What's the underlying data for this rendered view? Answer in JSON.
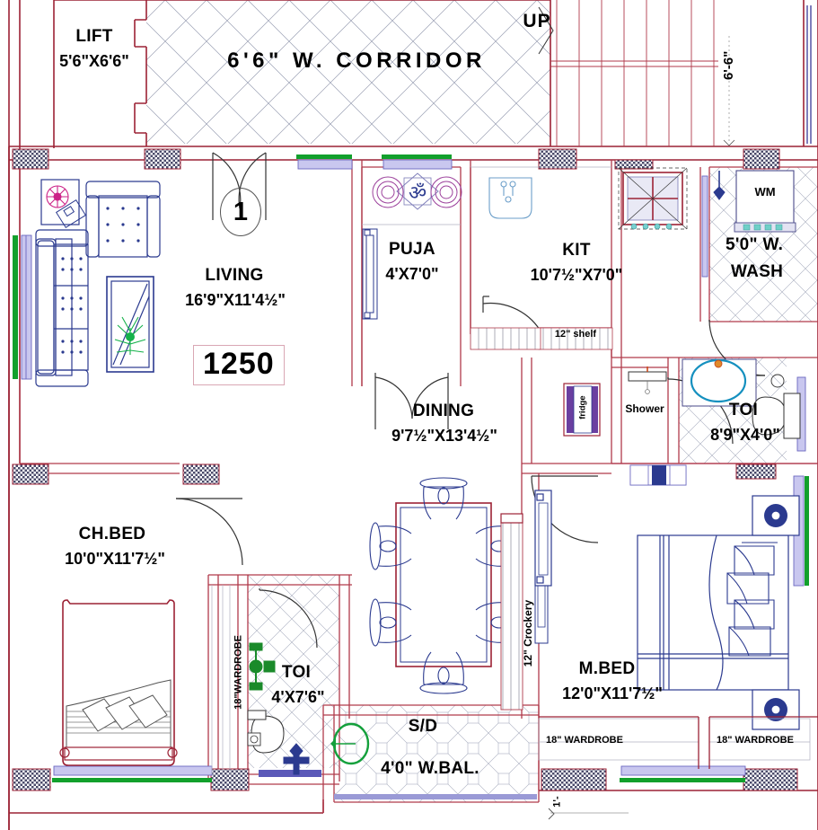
{
  "plan": {
    "title": "Residential Floor Plan",
    "area_badge": "1250",
    "unit_system": "feet-inches"
  },
  "colors": {
    "wall": "#9c2235",
    "wall_thin": "#b03a4b",
    "furniture": "#2b3a8f",
    "text": "#000000",
    "hatch": "#8a8a99",
    "window_green": "#12a02c",
    "window_purple": "#8d8ad6",
    "tile": "#9aa0b4",
    "badge_border": "#d9a7b4",
    "magenta": "#cc2288",
    "teal": "#1590bf"
  },
  "rooms": [
    {
      "key": "lift",
      "name": "LIFT",
      "dim": "5'6\"X6'6\""
    },
    {
      "key": "corridor",
      "name": "6'6\" W. CORRIDOR",
      "dim": ""
    },
    {
      "key": "living",
      "name": "LIVING",
      "dim": "16'9\"X11'4½\""
    },
    {
      "key": "puja",
      "name": "PUJA",
      "dim": "4'X7'0\""
    },
    {
      "key": "kitchen",
      "name": "KIT",
      "dim": "10'7½\"X7'0\""
    },
    {
      "key": "wash",
      "name": "WASH",
      "dim": "5'0\" W."
    },
    {
      "key": "dining",
      "name": "DINING",
      "dim": "9'7½\"X13'4½\""
    },
    {
      "key": "toilet_m",
      "name": "TOI",
      "dim": "8'9\"X4'0\""
    },
    {
      "key": "chbed",
      "name": "CH.BED",
      "dim": "10'0\"X11'7½\""
    },
    {
      "key": "toilet_c",
      "name": "TOI",
      "dim": "4'X7'6\""
    },
    {
      "key": "mbed",
      "name": "M.BED",
      "dim": "12'0\"X11'7½\""
    },
    {
      "key": "balcony",
      "name": "4'0\" W.BAL.",
      "dim": "S/D"
    }
  ],
  "labels": {
    "lift_name": "LIFT",
    "lift_dim": "5'6\"X6'6\"",
    "corridor": "6'6\" W. CORRIDOR",
    "stair_up": "UP",
    "stair_width": "6'-6\"",
    "living_name": "LIVING",
    "living_dim": "16'9\"X11'4½\"",
    "area": "1250",
    "door_marker": "1",
    "puja_name": "PUJA",
    "puja_dim": "4'X7'0\"",
    "kit_name": "KIT",
    "kit_dim": "10'7½\"X7'0\"",
    "shelf": "12\" shelf",
    "wash_line1": "5'0\" W.",
    "wash_line2": "WASH",
    "washing_machine": "WM",
    "dining_name": "DINING",
    "dining_dim": "9'7½\"X13'4½\"",
    "fridge": "fridge",
    "shower": "Shower",
    "toilet_m_name": "TOI",
    "toilet_m_dim": "8'9\"X4'0\"",
    "crockery": "12\" Crockery",
    "chbed_name": "CH.BED",
    "chbed_dim": "10'0\"X11'7½\"",
    "wardrobe_ch": "18\"WARDROBE",
    "toilet_c_name": "TOI",
    "toilet_c_dim": "4'X7'6\"",
    "mbed_name": "M.BED",
    "mbed_dim": "12'0\"X11'7½\"",
    "wardrobe_m_left": "18\" WARDROBE",
    "wardrobe_m_right": "18\" WARDROBE",
    "balcony_sd": "S/D",
    "balcony_dim": "4'0\" W.BAL.",
    "bottom_dim": "1'-"
  },
  "icons": {
    "om_symbol": "om-icon",
    "sink": "sink-icon",
    "stove": "stove-icon",
    "washing_machine": "washing-machine-icon",
    "toilet": "toilet-icon",
    "wash_basin": "wash-basin-icon",
    "bed": "bed-icon",
    "sofa": "sofa-icon",
    "dining_chair": "dining-chair-icon",
    "fridge": "fridge-icon",
    "plant": "plant-icon",
    "door_swing": "door-swing-icon",
    "stair": "stair-icon",
    "lamp": "lamp-icon"
  }
}
